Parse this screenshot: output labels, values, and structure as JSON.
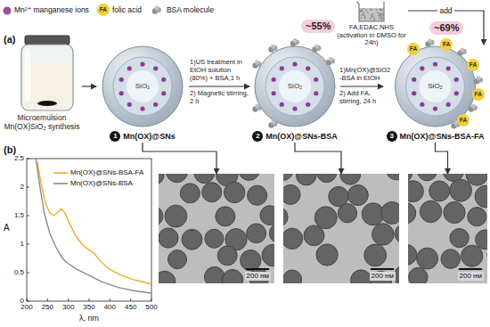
{
  "diagram": {
    "nodes": [
      {
        "text": [
          "Microemulsion Mn(OX)SiO₂ synthesis"
        ]
      },
      {
        "text": [
          "SiO₂",
          "1",
          "Mn(OX)@SNs"
        ]
      },
      {
        "text": [
          "SiO₂",
          "2",
          "Mn(OX)@SNs-BSA"
        ]
      },
      {
        "text": [
          "SiO₂",
          "3",
          "Mn(OX)@SNs-BSA-FA"
        ]
      },
      {
        "text": [
          "FA,EDAC,NHS (activation in DMSO for 24h)"
        ]
      },
      {
        "text": [
          "200 нм"
        ]
      },
      {
        "text": [
          "200 нм"
        ]
      },
      {
        "text": [
          "200 нм"
        ]
      }
    ],
    "edges": [
      {
        "from": 0,
        "to": 1,
        "arrow": "to"
      },
      {
        "from": 1,
        "to": 2,
        "arrow": "to"
      },
      {
        "from": 2,
        "to": 3,
        "arrow": "to"
      },
      {
        "from": 4,
        "to": 3,
        "label": "add",
        "arrow": "to"
      },
      {
        "from": 1,
        "to": 5,
        "arrow": "to"
      },
      {
        "from": 2,
        "to": 6,
        "arrow": "to"
      },
      {
        "from": 3,
        "to": 7,
        "arrow": "to"
      }
    ],
    "labels": [
      "(a)",
      "1)US treatment in EtOH solution (80%) + BSA,1 h",
      "2) Magnetic stirring, 2 h",
      "1)Mn(OX)@SiO2 -BSA in EtOH",
      "2) Add FA, stirring, 24 h",
      "~55%",
      "~69%",
      "FA",
      "FA",
      "FA",
      "FA",
      "FA",
      "FA",
      "(b)",
      "0",
      "0.5",
      "1",
      "1.5",
      "2",
      "2.5",
      "200",
      "250",
      "300",
      "350",
      "400",
      "450",
      "500",
      "A",
      "λ, nm"
    ],
    "legend": [
      {
        "text": "Mn²⁺ manganese ions"
      },
      {
        "text": "folic acid"
      },
      {
        "text": "BSA molecule"
      },
      {
        "text": "Mn(OX)@SNs-BSA-FA"
      },
      {
        "text": "Mn(OX)@SNs-BSA"
      }
    ]
  }
}
